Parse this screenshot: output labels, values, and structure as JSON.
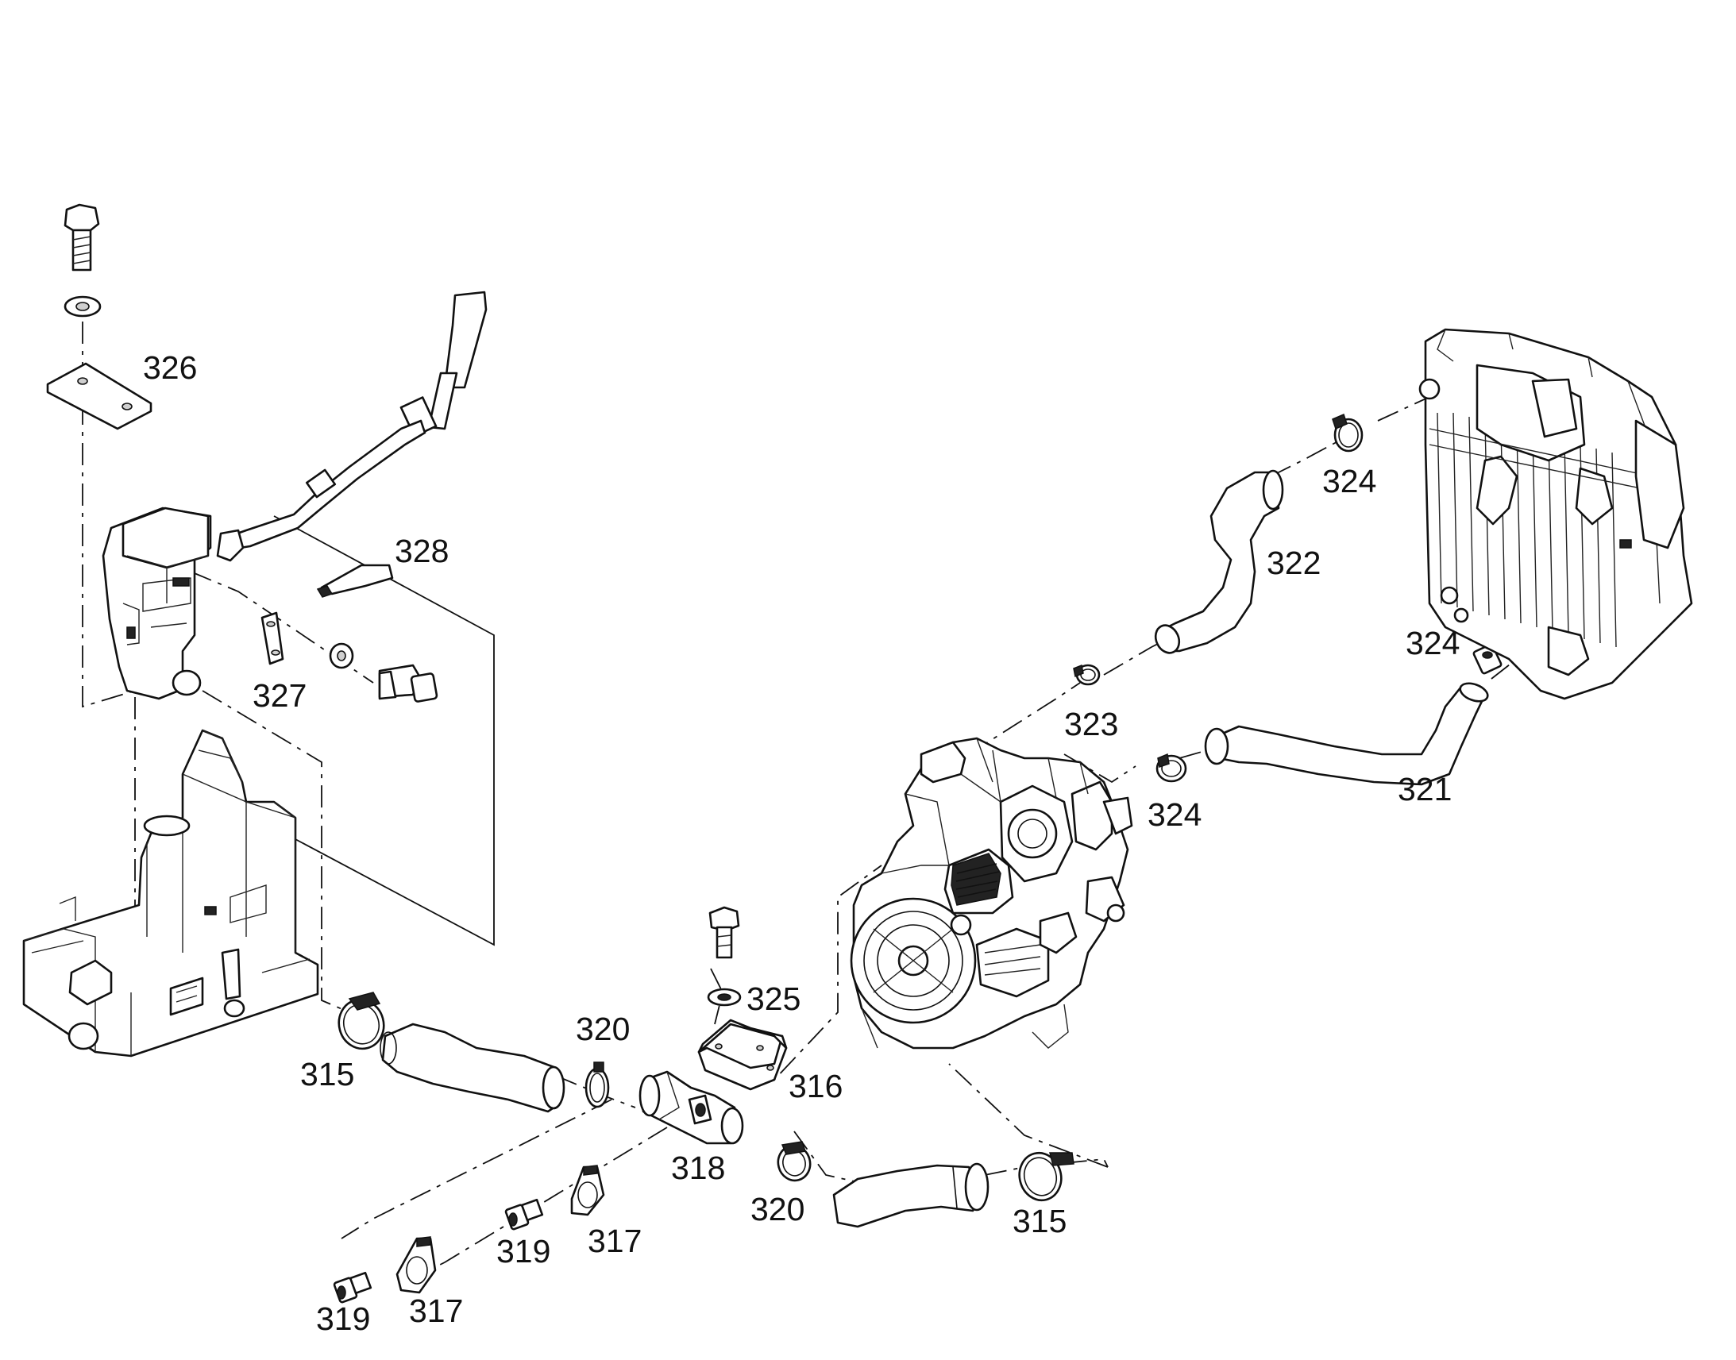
{
  "callouts": [
    {
      "id": "c315a",
      "label": "315"
    },
    {
      "id": "c315b",
      "label": "315"
    },
    {
      "id": "c316",
      "label": "316"
    },
    {
      "id": "c317a",
      "label": "317"
    },
    {
      "id": "c317b",
      "label": "317"
    },
    {
      "id": "c318",
      "label": "318"
    },
    {
      "id": "c319a",
      "label": "319"
    },
    {
      "id": "c319b",
      "label": "319"
    },
    {
      "id": "c320a",
      "label": "320"
    },
    {
      "id": "c320b",
      "label": "320"
    },
    {
      "id": "c321",
      "label": "321"
    },
    {
      "id": "c322",
      "label": "322"
    },
    {
      "id": "c323",
      "label": "323"
    },
    {
      "id": "c324a",
      "label": "324"
    },
    {
      "id": "c324b",
      "label": "324"
    },
    {
      "id": "c324c",
      "label": "324"
    },
    {
      "id": "c325",
      "label": "325"
    },
    {
      "id": "c326",
      "label": "326"
    },
    {
      "id": "c327",
      "label": "327"
    },
    {
      "id": "c328",
      "label": "328"
    }
  ]
}
